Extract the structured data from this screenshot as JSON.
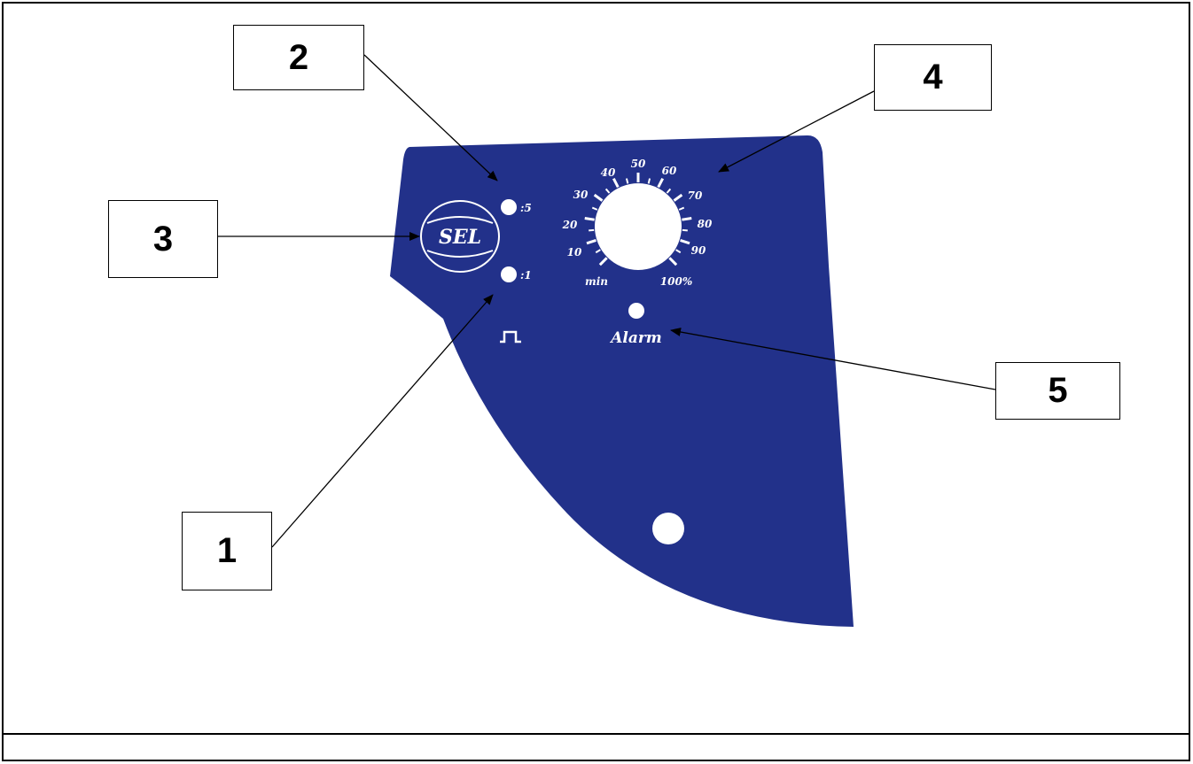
{
  "colors": {
    "panel": "#22318a",
    "panel_text": "#ffffff",
    "line": "#000000"
  },
  "callouts": {
    "c1": "1",
    "c2": "2",
    "c3": "3",
    "c4": "4",
    "c5": "5"
  },
  "panel": {
    "sel_label": "SEL",
    "led_top_label": ":5",
    "led_bottom_label": ":1",
    "pulse_icon": "pulse-wave-icon",
    "alarm_label": "Alarm",
    "dial": {
      "ticks": [
        "min",
        "10",
        "20",
        "30",
        "40",
        "50",
        "60",
        "70",
        "80",
        "90",
        "100%"
      ]
    }
  }
}
